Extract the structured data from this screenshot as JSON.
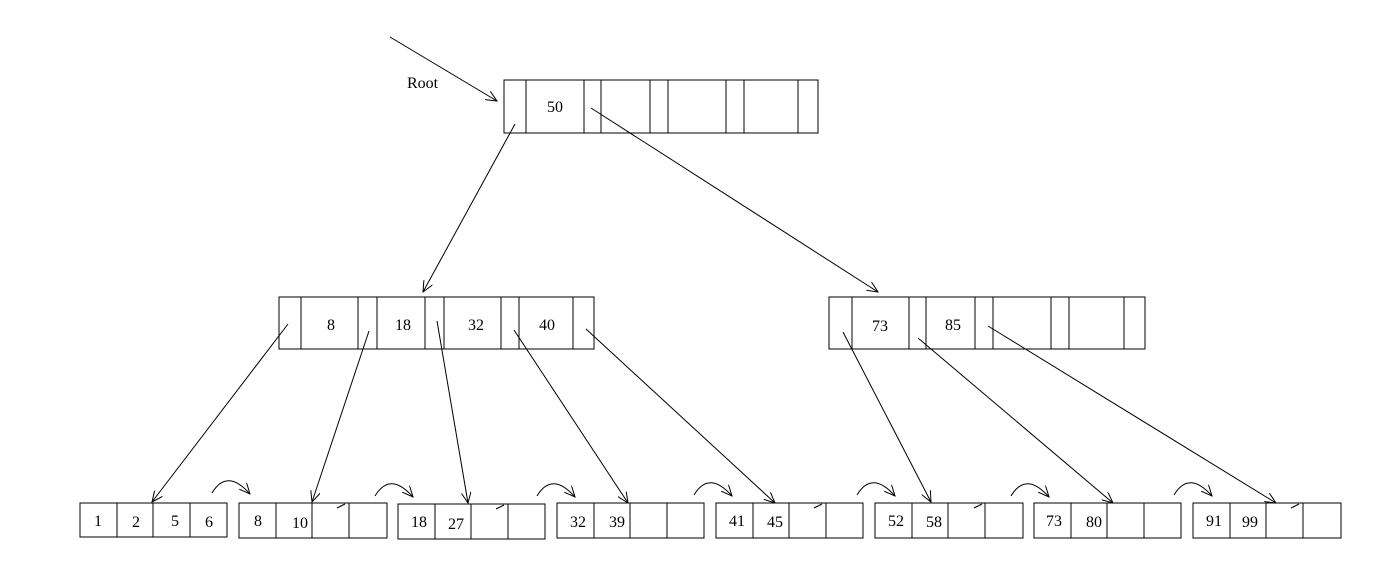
{
  "root_label": "Root",
  "root_node": {
    "keys": [
      "50",
      "",
      "",
      ""
    ]
  },
  "internal_nodes": [
    {
      "keys": [
        "8",
        "18",
        "32",
        "40"
      ]
    },
    {
      "keys": [
        "73",
        "85",
        "",
        ""
      ]
    }
  ],
  "leaf_nodes": [
    {
      "keys": [
        "1",
        "2",
        "5",
        "6"
      ]
    },
    {
      "keys": [
        "8",
        "10",
        "",
        ""
      ]
    },
    {
      "keys": [
        "18",
        "27",
        "",
        ""
      ]
    },
    {
      "keys": [
        "32",
        "39",
        "",
        ""
      ]
    },
    {
      "keys": [
        "41",
        "45",
        "",
        ""
      ]
    },
    {
      "keys": [
        "52",
        "58",
        "",
        ""
      ]
    },
    {
      "keys": [
        "73",
        "80",
        "",
        ""
      ]
    },
    {
      "keys": [
        "91",
        "99",
        "",
        ""
      ]
    }
  ],
  "colors": {
    "line": "#000000",
    "background": "#ffffff"
  }
}
